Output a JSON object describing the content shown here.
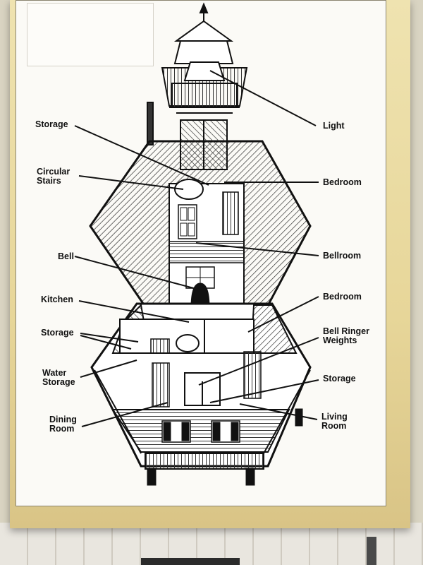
{
  "labels_left": [
    {
      "id": "storage-top",
      "text": "Storage"
    },
    {
      "id": "circular-stairs",
      "text": "Circular\nStairs"
    },
    {
      "id": "bell",
      "text": "Bell"
    },
    {
      "id": "kitchen",
      "text": "Kitchen"
    },
    {
      "id": "storage-mid",
      "text": "Storage"
    },
    {
      "id": "water-storage",
      "text": "Water\nStorage"
    },
    {
      "id": "dining-room",
      "text": "Dining\nRoom"
    }
  ],
  "labels_right": [
    {
      "id": "light",
      "text": "Light"
    },
    {
      "id": "bedroom-top",
      "text": "Bedroom"
    },
    {
      "id": "bellroom",
      "text": "Bellroom"
    },
    {
      "id": "bedroom-lower",
      "text": "Bedroom"
    },
    {
      "id": "bell-ringer-weights",
      "text": "Bell Ringer\nWeights"
    },
    {
      "id": "storage-right",
      "text": "Storage"
    },
    {
      "id": "living-room",
      "text": "Living\nRoom"
    }
  ],
  "colors": {
    "ink": "#111111",
    "poster": "#fbfaf6",
    "frame": "#e7d699"
  }
}
